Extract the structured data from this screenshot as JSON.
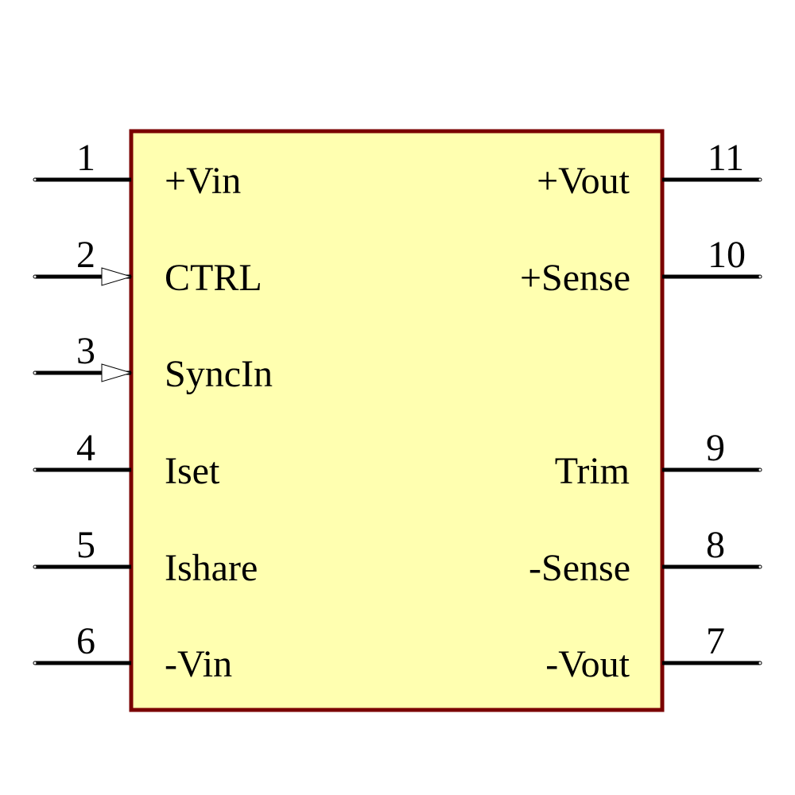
{
  "colors": {
    "body_fill": "#ffffb0",
    "body_stroke": "#7a0000",
    "pin_line": "#000000",
    "text": "#000000"
  },
  "left_pins": [
    {
      "number": "1",
      "name": "+Vin",
      "input_arrow": false
    },
    {
      "number": "2",
      "name": "CTRL",
      "input_arrow": true
    },
    {
      "number": "3",
      "name": "SyncIn",
      "input_arrow": true
    },
    {
      "number": "4",
      "name": "Iset",
      "input_arrow": false
    },
    {
      "number": "5",
      "name": "Ishare",
      "input_arrow": false
    },
    {
      "number": "6",
      "name": "-Vin",
      "input_arrow": false
    }
  ],
  "right_pins": [
    {
      "number": "11",
      "name": "+Vout"
    },
    {
      "number": "10",
      "name": "+Sense"
    },
    {
      "number": "9",
      "name": "Trim"
    },
    {
      "number": "8",
      "name": "-Sense"
    },
    {
      "number": "7",
      "name": "-Vout"
    }
  ]
}
